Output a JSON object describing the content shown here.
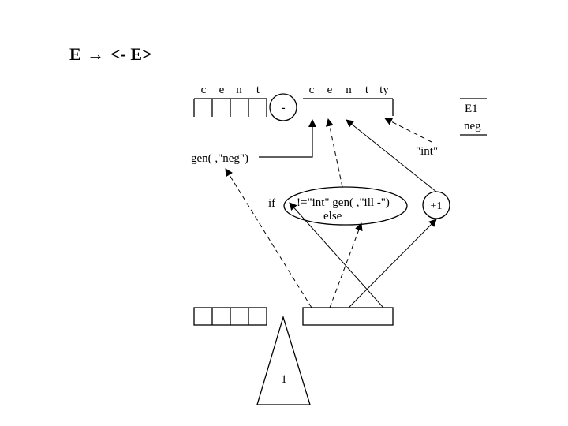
{
  "title": {
    "lhs": "E",
    "arrow": "→",
    "rhs": "<- E>"
  },
  "top_left_record": {
    "fields": [
      "c",
      "e",
      "n",
      "t"
    ],
    "operator": "-"
  },
  "top_right_record": {
    "fields": [
      "c",
      "e",
      "n",
      "t",
      "ty"
    ]
  },
  "legend": {
    "line1": "E1",
    "line2": "neg"
  },
  "labels": {
    "gen_neg": "gen( ,\"neg\")",
    "int_literal": "\"int\"",
    "if_keyword": "if",
    "condition": "!=\"int\" gen( ,\"ill -\")",
    "else_keyword": "else",
    "plus_one": "+1",
    "subtree_label": "1"
  }
}
